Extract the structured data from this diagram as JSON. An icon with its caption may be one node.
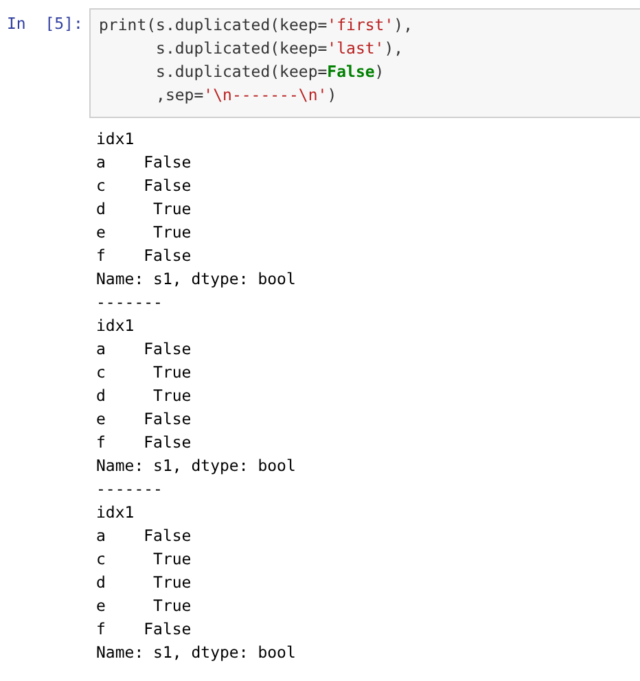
{
  "diagram": {
    "labels": [
      "In  [5]:",
      "print(s.duplicated(keep='first'),",
      "      s.duplicated(keep='last'),",
      "      s.duplicated(keep=**False**)",
      "      ,sep='\\n-------\\n')",
      "idx1",
      "a    False",
      "c    False",
      "d     True",
      "e     True",
      "f    False",
      "Name: s1, dtype: bool",
      "-------",
      "idx1",
      "a    False",
      "c     True",
      "d     True",
      "e    False",
      "f    False",
      "Name: s1, dtype: bool",
      "-------",
      "idx1",
      "a    False",
      "c     True",
      "d     True",
      "e     True",
      "f    False",
      "Name: s1, dtype: bool"
    ]
  }
}
